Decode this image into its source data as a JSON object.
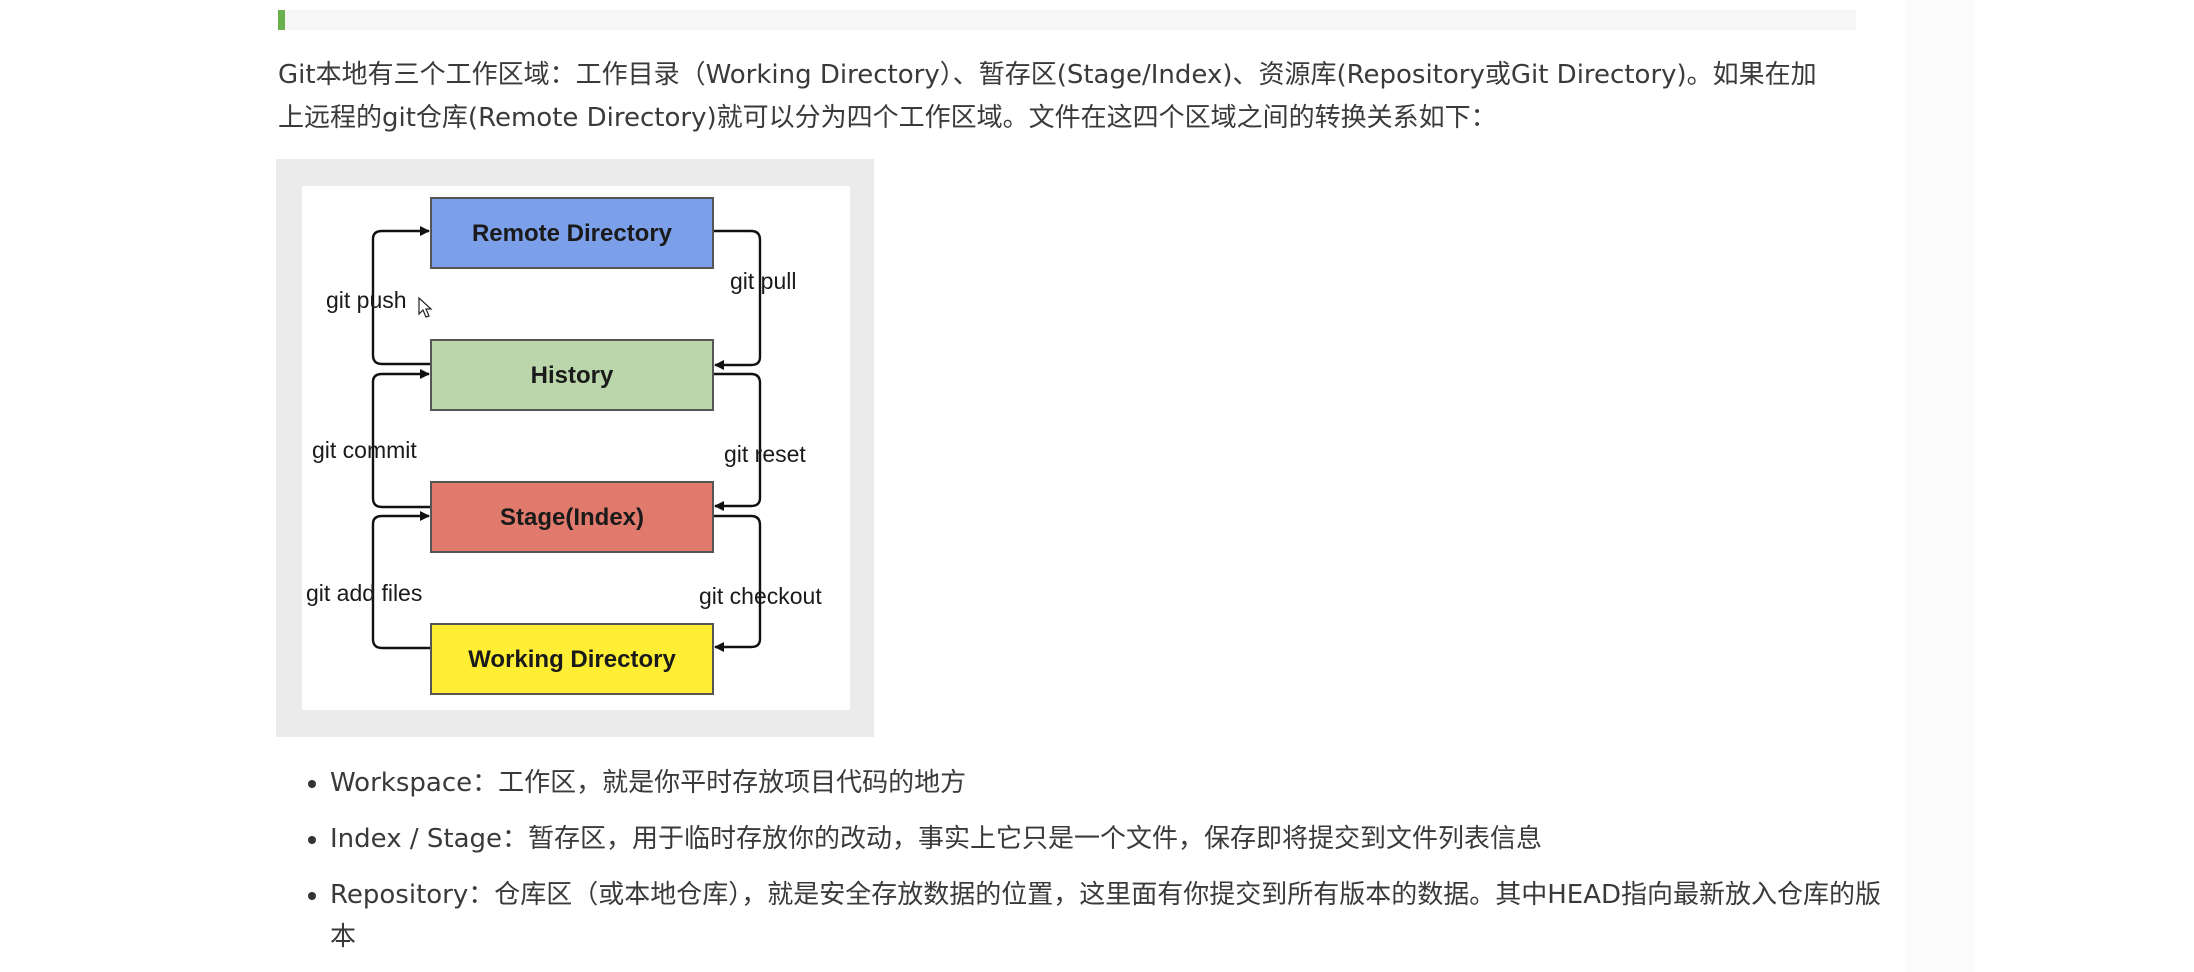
{
  "intro": {
    "line1": "Git本地有三个工作区域：工作目录（Working Directory）、暂存区(Stage/Index)、资源库(Repository或Git Directory)。如果在加",
    "line2": "上远程的git仓库(Remote Directory)就可以分为四个工作区域。文件在这四个区域之间的转换关系如下："
  },
  "diagram": {
    "boxes": {
      "remote": "Remote Directory",
      "history": "History",
      "stage": "Stage(Index)",
      "working": "Working Directory"
    },
    "labels": {
      "push": "git push",
      "pull": "git pull",
      "commit": "git commit",
      "reset": "git reset",
      "add": "git add files",
      "checkout": "git checkout"
    },
    "colors": {
      "remote": "#7b9fe8",
      "history": "#bcd6ab",
      "stage": "#e07a6c",
      "working": "#ffee33"
    }
  },
  "bullets": [
    "Workspace：工作区，就是你平时存放项目代码的地方",
    "Index / Stage：暂存区，用于临时存放你的改动，事实上它只是一个文件，保存即将提交到文件列表信息",
    "Repository：仓库区（或本地仓库），就是安全存放数据的位置，这里面有你提交到所有版本的数据。其中HEAD指向最新放入仓库的版本"
  ]
}
